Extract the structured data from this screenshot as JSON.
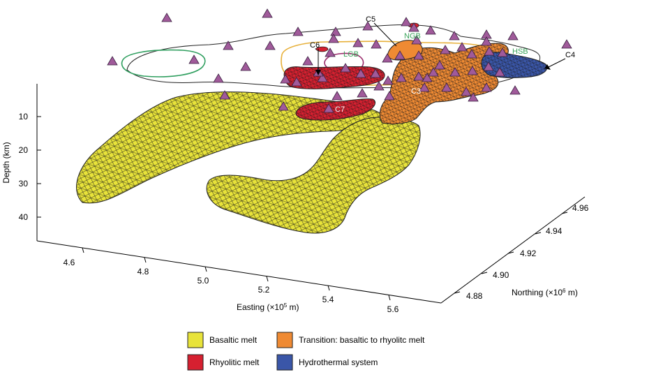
{
  "figure": {
    "axes": {
      "depth": {
        "title": "Depth (km)",
        "ticks": [
          "10",
          "20",
          "30",
          "40"
        ]
      },
      "easting": {
        "title": "Easting (×10",
        "title_exp": "5",
        "title_unit": " m)",
        "ticks": [
          "4.6",
          "4.8",
          "5.0",
          "5.2",
          "5.4",
          "5.6"
        ]
      },
      "northing": {
        "title": "Northing (×10",
        "title_exp": "6",
        "title_unit": " m)",
        "ticks": [
          "4.88",
          "4.90",
          "4.92",
          "4.94",
          "4.96"
        ]
      }
    },
    "zone_labels": {
      "c3": "C3",
      "c4": "C4",
      "c5": "C5",
      "c6": "C6",
      "c7": "C7",
      "ngb": "NGB",
      "lgb": "LGB",
      "hsb": "HSB"
    },
    "legend": [
      {
        "label": "Basaltic melt",
        "color": "#e8e33a"
      },
      {
        "label": "Transition: basaltic to rhyolitc melt",
        "color": "#ef8a33"
      },
      {
        "label": "Rhyolitic melt",
        "color": "#d62030"
      },
      {
        "label": "Hydrothermal system",
        "color": "#3a56a8"
      }
    ],
    "colors": {
      "basaltic": "#e8e33a",
      "transition": "#ef8a33",
      "rhyolitic": "#d62030",
      "hydrothermal": "#3a56a8",
      "station": "#a05a9a",
      "outline_green": "#2e9e5e",
      "outline_gold": "#e7b03a",
      "outline_purple": "#9a2a6a",
      "zone_label_green": "#3aa35a"
    }
  }
}
